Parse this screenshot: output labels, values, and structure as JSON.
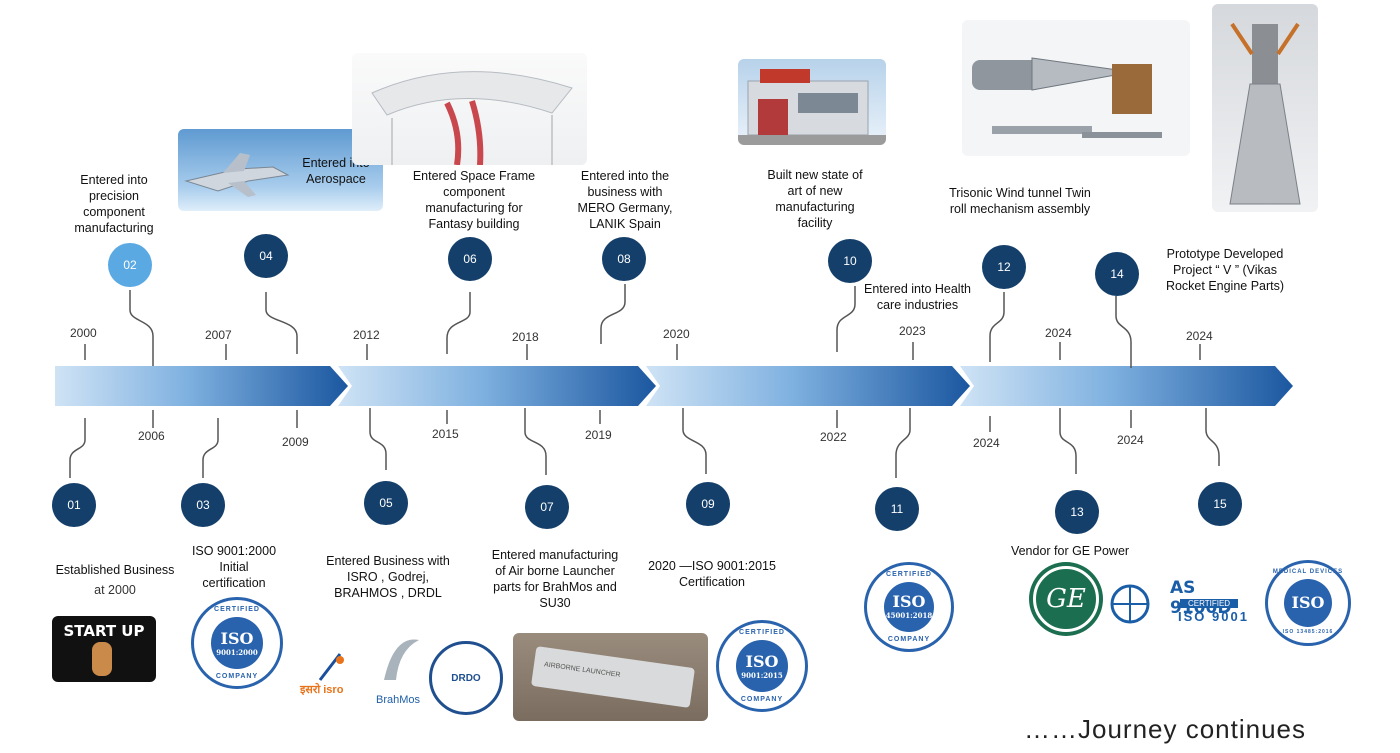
{
  "milestones": [
    {
      "num": "01",
      "year": "2000",
      "text": "Established Business",
      "sub": "at 2000"
    },
    {
      "num": "02",
      "year": "2006",
      "text": "Entered into precision component manufacturing"
    },
    {
      "num": "03",
      "year": "2007",
      "text": "ISO 9001:2000 Initial certification"
    },
    {
      "num": "04",
      "year": "2009",
      "text": "Entered into Aerospace"
    },
    {
      "num": "05",
      "year": "2012",
      "text": "Entered Business with ISRO , Godrej, BRAHMOS , DRDL"
    },
    {
      "num": "06",
      "year": "2015",
      "text": "Entered  Space Frame component manufacturing for Fantasy building"
    },
    {
      "num": "07",
      "year": "2018",
      "text": "Entered manufacturing of Air borne Launcher parts for  BrahMos  and SU30"
    },
    {
      "num": "08",
      "year": "2019",
      "text": "Entered into the business with MERO Germany, LANIK Spain"
    },
    {
      "num": "09",
      "year": "2020",
      "text": "2020 —ISO 9001:2015 Certification"
    },
    {
      "num": "10",
      "year": "2022",
      "text": "Built new state of art of new manufacturing facility"
    },
    {
      "num": "11",
      "year": "2023",
      "text": "Entered into Health care industries"
    },
    {
      "num": "12",
      "year": "2024",
      "text": "Trisonic Wind tunnel Twin roll mechanism assembly"
    },
    {
      "num": "13",
      "year": "2024",
      "text": "Vendor for GE Power"
    },
    {
      "num": "14",
      "year": "2024",
      "text": "Prototype Developed Project “ V ” (Vikas Rocket Engine Parts)"
    },
    {
      "num": "15",
      "year": "2024",
      "text": ""
    }
  ],
  "logos": {
    "startup": "START UP",
    "iso2000": {
      "ring": "CERTIFIED",
      "code": "9001:2000",
      "bottom": "COMPANY",
      "iso": "ISO"
    },
    "iso2015": {
      "ring": "CERTIFIED",
      "code": "9001:2015",
      "bottom": "COMPANY",
      "iso": "ISO"
    },
    "iso45001": {
      "ring": "CERTIFIED",
      "code": "45001:2018",
      "bottom": "COMPANY",
      "iso": "ISO"
    },
    "iso13485": {
      "ring": "MEDICAL DEVICES",
      "code": "ISO 13485:2016",
      "iso": "ISO"
    },
    "isro": "इसरो isro",
    "brahmos": "BrahMos",
    "drdo": "DRDO",
    "ge": "GE",
    "as9100": {
      "title": "AS 9100D",
      "mid": "CERTIFIED",
      "bottom": "ISO 9001"
    },
    "launcher": "AIRBORNE LAUNCHER"
  },
  "footer": "……Journey continues",
  "colors": {
    "dark": "#143f6b",
    "light": "#5aa9e3",
    "arrowStart": "#dbeaf7",
    "arrowEnd": "#1c5aa3"
  }
}
